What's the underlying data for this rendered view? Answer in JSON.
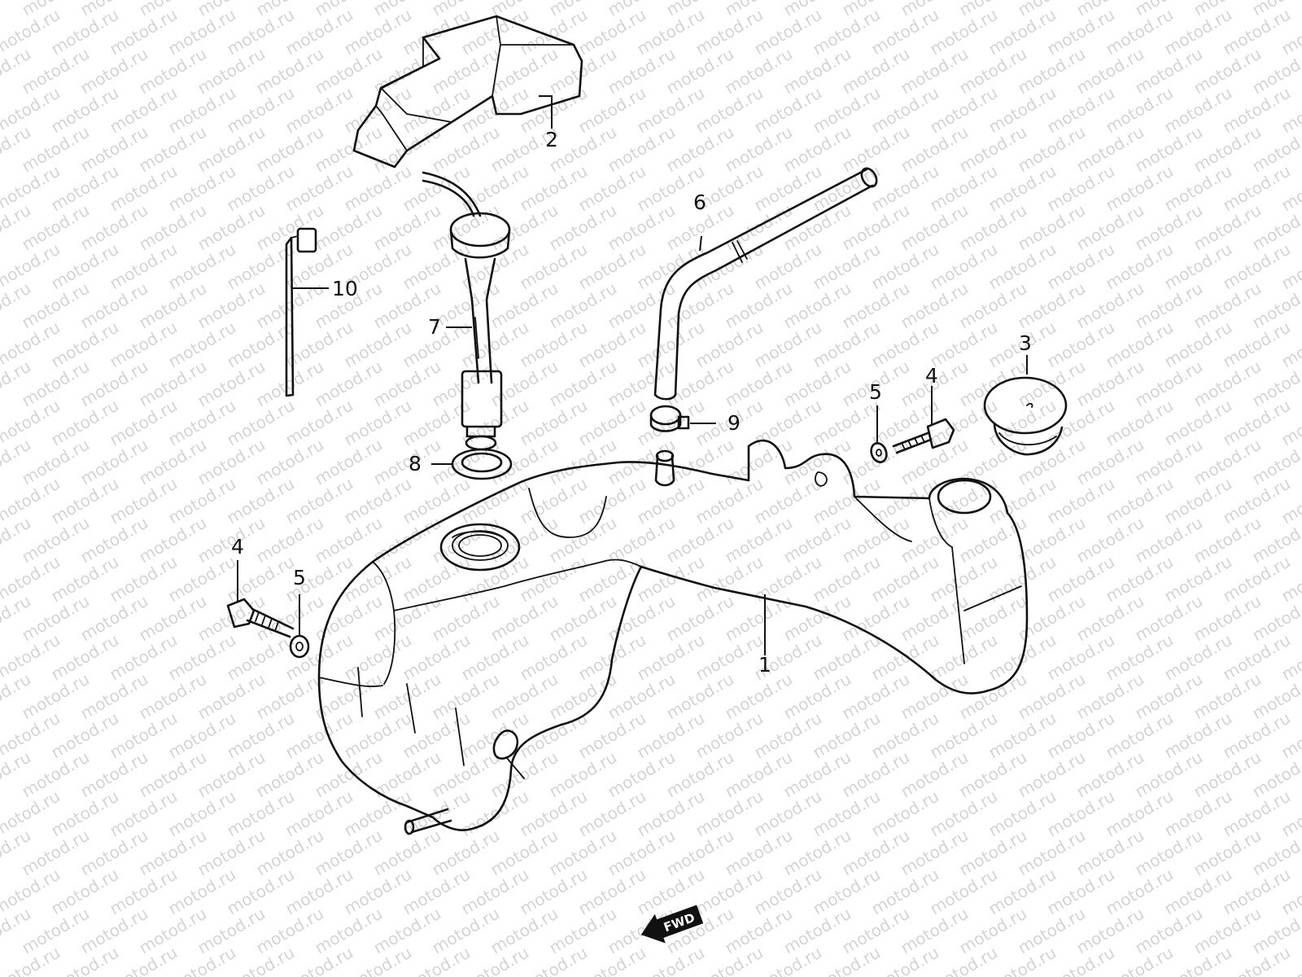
{
  "watermark": {
    "text": "motod.ru",
    "color": "#d4d4d4"
  },
  "fwd_arrow": {
    "label": "FWD"
  },
  "parts": [
    {
      "id": "1",
      "label": "1",
      "name": "fuel-tank"
    },
    {
      "id": "2",
      "label": "2",
      "name": "tank-cover"
    },
    {
      "id": "3",
      "label": "3",
      "name": "rubber-cap"
    },
    {
      "id": "4a",
      "label": "4",
      "name": "bolt-left"
    },
    {
      "id": "4b",
      "label": "4",
      "name": "bolt-right"
    },
    {
      "id": "5a",
      "label": "5",
      "name": "washer-left"
    },
    {
      "id": "5b",
      "label": "5",
      "name": "washer-right"
    },
    {
      "id": "6",
      "label": "6",
      "name": "breather-hose"
    },
    {
      "id": "7",
      "label": "7",
      "name": "fuel-level-gauge"
    },
    {
      "id": "8",
      "label": "8",
      "name": "gasket"
    },
    {
      "id": "9",
      "label": "9",
      "name": "hose-clamp"
    },
    {
      "id": "10",
      "label": "10",
      "name": "cable-tie"
    }
  ]
}
